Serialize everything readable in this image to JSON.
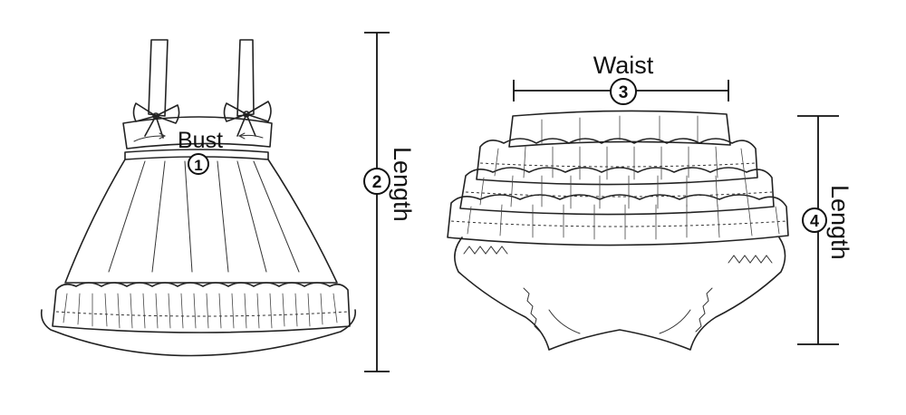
{
  "labels": {
    "bust": "Bust",
    "length_dress": "Length",
    "waist": "Waist",
    "length_shorts": "Length"
  },
  "markers": {
    "bust": "1",
    "length_dress": "2",
    "waist": "3",
    "length_shorts": "4"
  },
  "colors": {
    "line": "#222222",
    "background": "#ffffff"
  }
}
